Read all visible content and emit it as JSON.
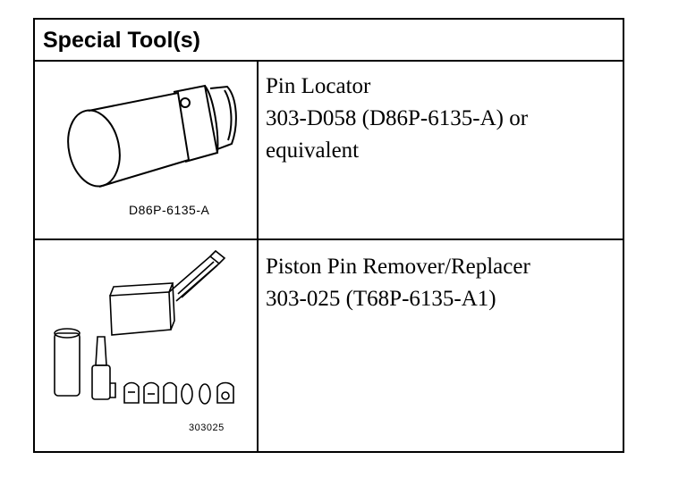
{
  "table": {
    "header": "Special Tool(s)",
    "rows": [
      {
        "image_label": "D86P-6135-A",
        "name": "Pin Locator",
        "part": "303-D058 (D86P-6135-A) or equivalent"
      },
      {
        "image_label": "303025",
        "name": "Piston Pin Remover/Replacer",
        "part": "303-025 (T68P-6135-A1)"
      }
    ]
  }
}
